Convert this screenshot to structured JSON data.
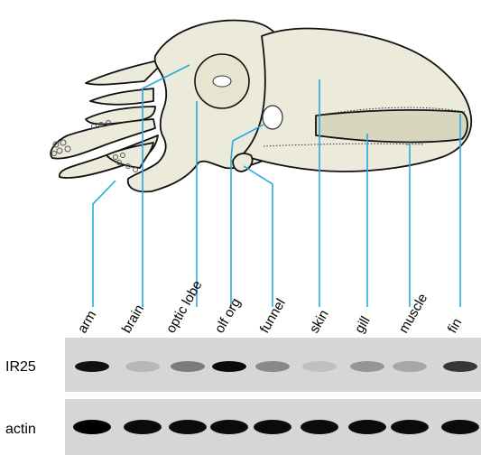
{
  "diagram": {
    "tissues": [
      "arm",
      "brain",
      "optic lobe",
      "olf org",
      "funnel",
      "skin",
      "gill",
      "muscle",
      "fin"
    ],
    "rows": [
      {
        "label": "IR25",
        "intensities": [
          0.92,
          0.14,
          0.42,
          0.95,
          0.36,
          0.1,
          0.3,
          0.22,
          0.75
        ]
      },
      {
        "label": "actin",
        "intensities": [
          1.0,
          0.95,
          0.95,
          0.95,
          0.95,
          0.95,
          0.95,
          0.95,
          0.95
        ]
      }
    ],
    "colors": {
      "leader_line": "#29a9e1",
      "gel_background": "#d6d6d6",
      "band": "#000000",
      "illustration_fill": "#eceadb"
    }
  }
}
